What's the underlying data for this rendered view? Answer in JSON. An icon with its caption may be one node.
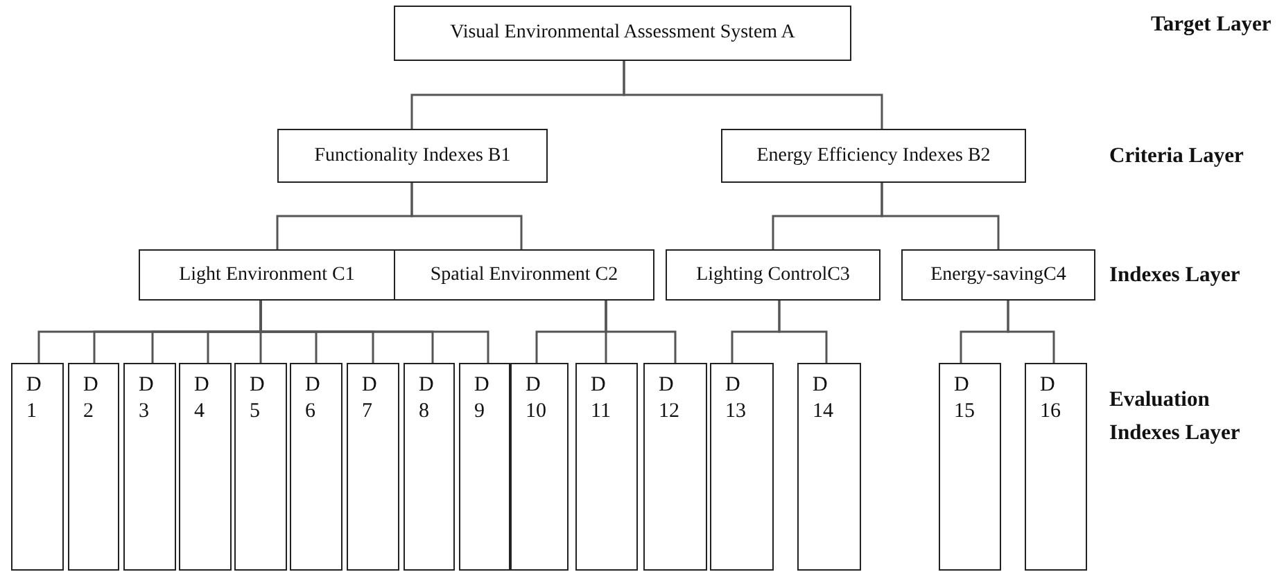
{
  "diagram": {
    "nodes": [
      {
        "text": [
          "Visual Environmental Assessment System A"
        ]
      },
      {
        "text": [
          "Functionality Indexes B1"
        ]
      },
      {
        "text": [
          "Energy Efficiency Indexes B2"
        ]
      },
      {
        "text": [
          "Light Environment C1"
        ]
      },
      {
        "text": [
          "Spatial Environment C2"
        ]
      },
      {
        "text": [
          "Lighting ControlC3"
        ]
      },
      {
        "text": [
          "Energy-savingC4"
        ]
      },
      {
        "text": [
          "D 1"
        ]
      },
      {
        "text": [
          "D 2"
        ]
      },
      {
        "text": [
          "D 3"
        ]
      },
      {
        "text": [
          "D 4"
        ]
      },
      {
        "text": [
          "D 5"
        ]
      },
      {
        "text": [
          "D 6"
        ]
      },
      {
        "text": [
          "D 7"
        ]
      },
      {
        "text": [
          "D 8"
        ]
      },
      {
        "text": [
          "D 9"
        ]
      },
      {
        "text": [
          "D 10"
        ]
      },
      {
        "text": [
          "D 11"
        ]
      },
      {
        "text": [
          "D 12"
        ]
      },
      {
        "text": [
          "D 13"
        ]
      },
      {
        "text": [
          "D 14"
        ]
      },
      {
        "text": [
          "D 15"
        ]
      },
      {
        "text": [
          "D 16"
        ]
      }
    ],
    "edges": [
      {
        "from": 0,
        "to": 1,
        "arrow": "none"
      },
      {
        "from": 0,
        "to": 2,
        "arrow": "none"
      },
      {
        "from": 1,
        "to": 3,
        "arrow": "none"
      },
      {
        "from": 1,
        "to": 4,
        "arrow": "none"
      },
      {
        "from": 2,
        "to": 5,
        "arrow": "none"
      },
      {
        "from": 2,
        "to": 6,
        "arrow": "none"
      },
      {
        "from": 3,
        "to": 7,
        "arrow": "none"
      },
      {
        "from": 3,
        "to": 8,
        "arrow": "none"
      },
      {
        "from": 3,
        "to": 9,
        "arrow": "none"
      },
      {
        "from": 3,
        "to": 10,
        "arrow": "none"
      },
      {
        "from": 3,
        "to": 11,
        "arrow": "none"
      },
      {
        "from": 3,
        "to": 12,
        "arrow": "none"
      },
      {
        "from": 3,
        "to": 13,
        "arrow": "none"
      },
      {
        "from": 3,
        "to": 14,
        "arrow": "none"
      },
      {
        "from": 3,
        "to": 15,
        "arrow": "none"
      },
      {
        "from": 4,
        "to": 16,
        "arrow": "none"
      },
      {
        "from": 4,
        "to": 17,
        "arrow": "none"
      },
      {
        "from": 4,
        "to": 18,
        "arrow": "none"
      },
      {
        "from": 5,
        "to": 19,
        "arrow": "none"
      },
      {
        "from": 5,
        "to": 20,
        "arrow": "none"
      },
      {
        "from": 6,
        "to": 21,
        "arrow": "none"
      },
      {
        "from": 6,
        "to": 22,
        "arrow": "none"
      }
    ],
    "labels": [
      "Target Layer",
      "Criteria Layer",
      "Indexes Layer",
      "Evaluation Indexes Layer"
    ]
  }
}
